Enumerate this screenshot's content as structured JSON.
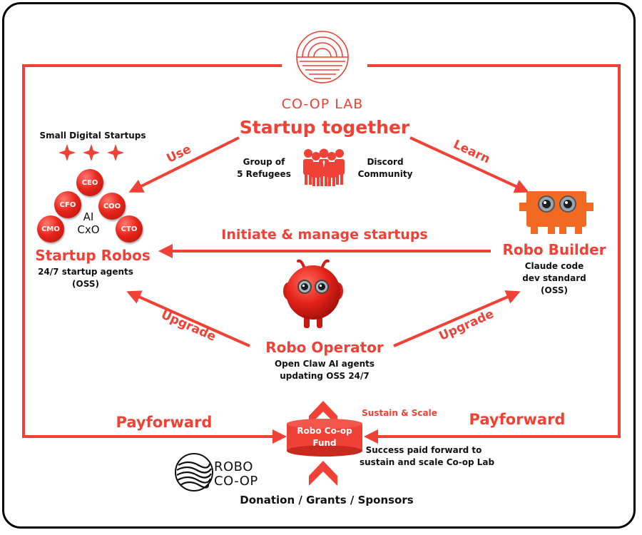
{
  "coop_lab": {
    "logo_text": "CO-OP LAB",
    "headline": "Startup together",
    "left_group": [
      "Group of",
      "5 Refugees"
    ],
    "right_group": [
      "Discord",
      "Community"
    ]
  },
  "startup_robos": {
    "header": "Small Digital Startups",
    "roles": [
      "CEO",
      "CFO",
      "COO",
      "CMO",
      "CTO"
    ],
    "center_label": [
      "AI",
      "CxO"
    ],
    "title": "Startup Robos",
    "subtitle": [
      "24/7 startup agents",
      "(OSS)"
    ]
  },
  "robo_builder": {
    "title": "Robo Builder",
    "subtitle": [
      "Claude code",
      "dev standard",
      "(OSS)"
    ]
  },
  "robo_operator": {
    "title": "Robo Operator",
    "subtitle": [
      "Open Claw AI agents",
      "updating OSS 24/7"
    ]
  },
  "fund": {
    "label": [
      "Robo Co-op",
      "Fund"
    ],
    "sustain": "Sustain & Scale",
    "note": [
      "Success paid forward to",
      "sustain and scale Co-op Lab"
    ],
    "bottom": "Donation / Grants / Sponsors"
  },
  "robo_coop": {
    "logo_text": [
      "ROBO",
      "CO-OP"
    ]
  },
  "edges": {
    "use": "Use",
    "learn": "Learn",
    "initiate": "Initiate & manage startups",
    "upgrade_left": "Upgrade",
    "upgrade_right": "Upgrade",
    "payforward_left": "Payforward",
    "payforward_right": "Payforward"
  },
  "colors": {
    "accent": "#ef4136",
    "builder_orange": "#f26a21",
    "text": "#111111"
  }
}
